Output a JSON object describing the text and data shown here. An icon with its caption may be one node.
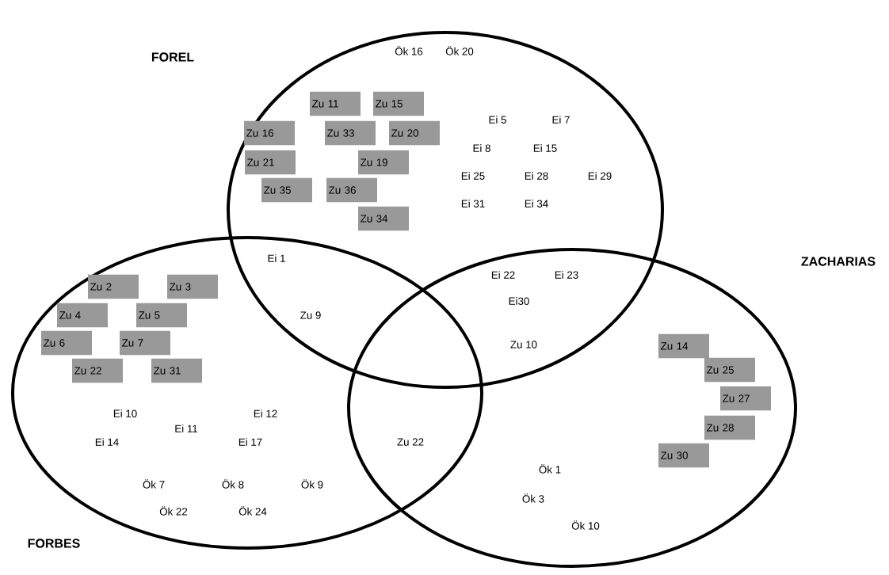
{
  "diagram": {
    "nodes": [
      {
        "text": [
          "FOREL"
        ]
      },
      {
        "text": [
          "Zu 11"
        ],
        "in": 0
      },
      {
        "text": [
          "Zu 15"
        ],
        "in": 0
      },
      {
        "text": [
          "Zu 16"
        ],
        "in": 0
      },
      {
        "text": [
          "Zu 33"
        ],
        "in": 0
      },
      {
        "text": [
          "Zu 20"
        ],
        "in": 0
      },
      {
        "text": [
          "Zu 21"
        ],
        "in": 0
      },
      {
        "text": [
          "Zu 19"
        ],
        "in": 0
      },
      {
        "text": [
          "Zu 35"
        ],
        "in": 0
      },
      {
        "text": [
          "Zu 36"
        ],
        "in": 0
      },
      {
        "text": [
          "Zu 34"
        ],
        "in": 0
      },
      {
        "text": [
          "ZACHARIAS"
        ]
      },
      {
        "text": [
          "Zu 14"
        ],
        "in": 11
      },
      {
        "text": [
          "Zu 25"
        ],
        "in": 11
      },
      {
        "text": [
          "Zu 27"
        ],
        "in": 11
      },
      {
        "text": [
          "Zu 28"
        ],
        "in": 11
      },
      {
        "text": [
          "Zu 30"
        ],
        "in": 11
      },
      {
        "text": [
          "FORBES"
        ]
      },
      {
        "text": [
          "Zu 2"
        ],
        "in": 17
      },
      {
        "text": [
          "Zu 3"
        ],
        "in": 17
      },
      {
        "text": [
          "Zu 4"
        ],
        "in": 17
      },
      {
        "text": [
          "Zu 5"
        ],
        "in": 17
      },
      {
        "text": [
          "Zu 6"
        ],
        "in": 17
      },
      {
        "text": [
          "Zu 7"
        ],
        "in": 17
      },
      {
        "text": [
          "Zu 22"
        ],
        "in": 17
      },
      {
        "text": [
          "Zu 31"
        ],
        "in": 17
      }
    ],
    "labels": [
      "Ök 16",
      "Ök 20",
      "Ei 5",
      "Ei 7",
      "Ei 8",
      "Ei 15",
      "Ei 25",
      "Ei 28",
      "Ei 29",
      "Ei 31",
      "Ei 34",
      "Ei 1",
      "Ei 22",
      "Ei 23",
      "Ei30",
      "Zu 9",
      "Zu 10",
      "Ei 10",
      "Ei 12",
      "Ei 11",
      "Ei 14",
      "Ei 17",
      "Zu 22",
      "Ök 1",
      "Ök 7",
      "Ök 8",
      "Ök 9",
      "Ök 3",
      "Ök 22",
      "Ök 24",
      "Ök 10"
    ]
  }
}
